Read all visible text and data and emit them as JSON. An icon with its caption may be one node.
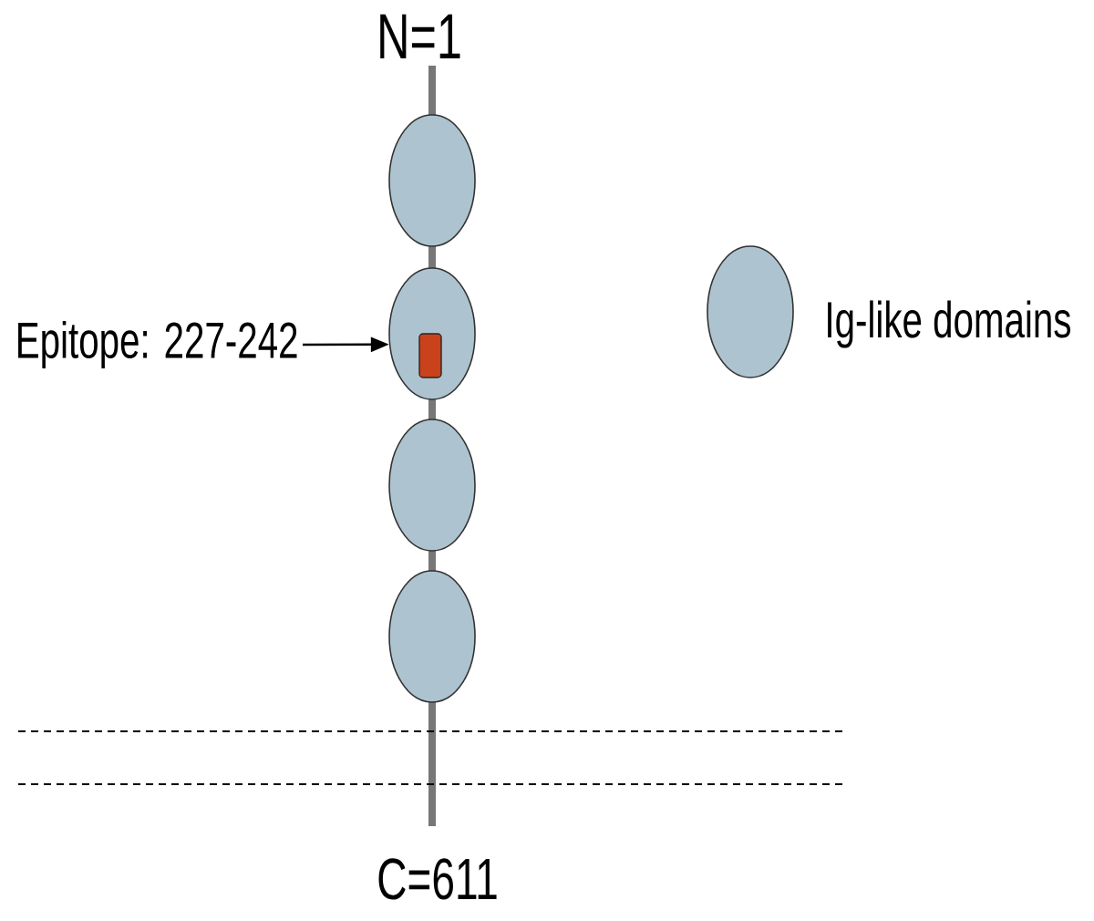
{
  "diagram": {
    "nodes": [
      {
        "text": [],
        "shape": "ellipse"
      },
      {
        "text": [
          "Epitope: 227-242"
        ]
      },
      {
        "text": [],
        "shape": "ellipse"
      },
      {
        "text": [],
        "shape": "box",
        "in": 2
      },
      {
        "text": [],
        "shape": "ellipse"
      },
      {
        "text": [],
        "shape": "ellipse"
      }
    ],
    "edges": [
      {
        "from": 1,
        "to": 2,
        "arrow": "to"
      }
    ],
    "labels": [
      "N=1",
      "C=611"
    ],
    "legend": [
      {
        "text": "Ig-like domains",
        "color": "#adc4d0"
      }
    ]
  }
}
